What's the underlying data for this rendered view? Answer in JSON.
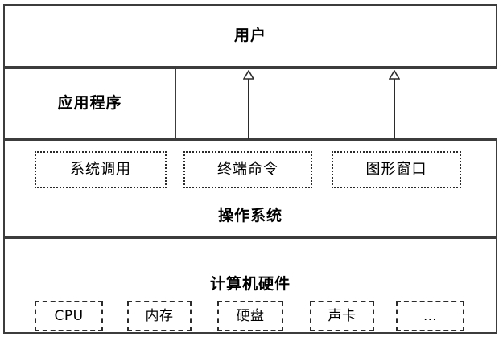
{
  "diagram": {
    "title_semantic": "operating-system-layer-architecture",
    "colors": {
      "stroke": "#3c3c3c",
      "inner_stroke": "#2b2b2b",
      "background": "#ffffff",
      "text": "#000000"
    },
    "layers": [
      {
        "id": "user",
        "label": "用户"
      },
      {
        "id": "application",
        "label": "应用程序"
      },
      {
        "id": "operating-system",
        "label": "操作系统",
        "interfaces": [
          {
            "id": "system-call",
            "label": "系统调用"
          },
          {
            "id": "terminal-command",
            "label": "终端命令"
          },
          {
            "id": "graphical-window",
            "label": "图形窗口"
          }
        ]
      },
      {
        "id": "computer-hardware",
        "label": "计算机硬件",
        "components": [
          {
            "id": "cpu",
            "label": "CPU"
          },
          {
            "id": "memory",
            "label": "内存"
          },
          {
            "id": "hard-disk",
            "label": "硬盘"
          },
          {
            "id": "sound-card",
            "label": "声卡"
          },
          {
            "id": "ellipsis",
            "label": "..."
          }
        ]
      }
    ],
    "connectors": [
      {
        "id": "user-to-terminal-command",
        "kind": "double-headed-vertical-arrow",
        "from": "用户",
        "to": "终端命令"
      },
      {
        "id": "user-to-graphical-window",
        "kind": "double-headed-vertical-arrow",
        "from": "用户",
        "to": "图形窗口"
      }
    ]
  }
}
